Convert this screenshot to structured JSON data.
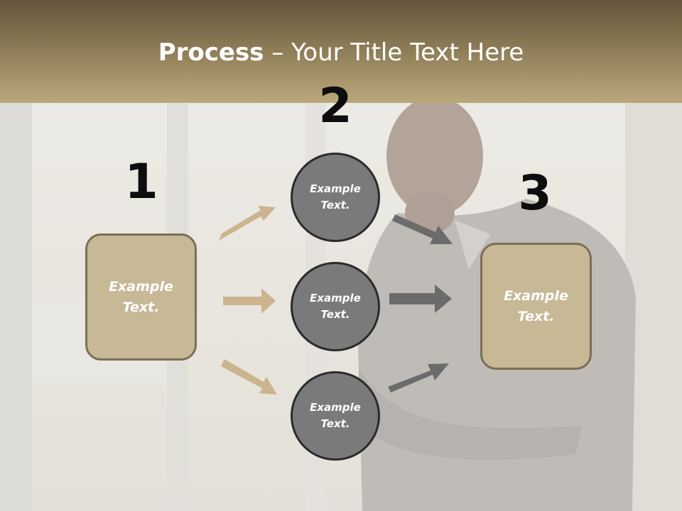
{
  "title": {
    "bold": "Process",
    "rest": " – Your Title Text Here"
  },
  "steps": [
    {
      "number": "1"
    },
    {
      "number": "2"
    },
    {
      "number": "3"
    }
  ],
  "left_box": {
    "line1": "Example",
    "line2": "Text."
  },
  "circles": [
    {
      "line1": "Example",
      "line2": "Text."
    },
    {
      "line1": "Example",
      "line2": "Text."
    },
    {
      "line1": "Example",
      "line2": "Text."
    }
  ],
  "right_box": {
    "line1": "Example",
    "line2": "Text."
  },
  "colors": {
    "header_top": "#63553a",
    "header_bottom": "#bba77b",
    "box_fill": "#c7b896",
    "box_border": "#7c6e55",
    "circle_fill": "#7a7a7a",
    "circle_border": "#2b2b2b",
    "arrow_tan": "#cbb48e",
    "arrow_gray": "#6b6b6b"
  }
}
